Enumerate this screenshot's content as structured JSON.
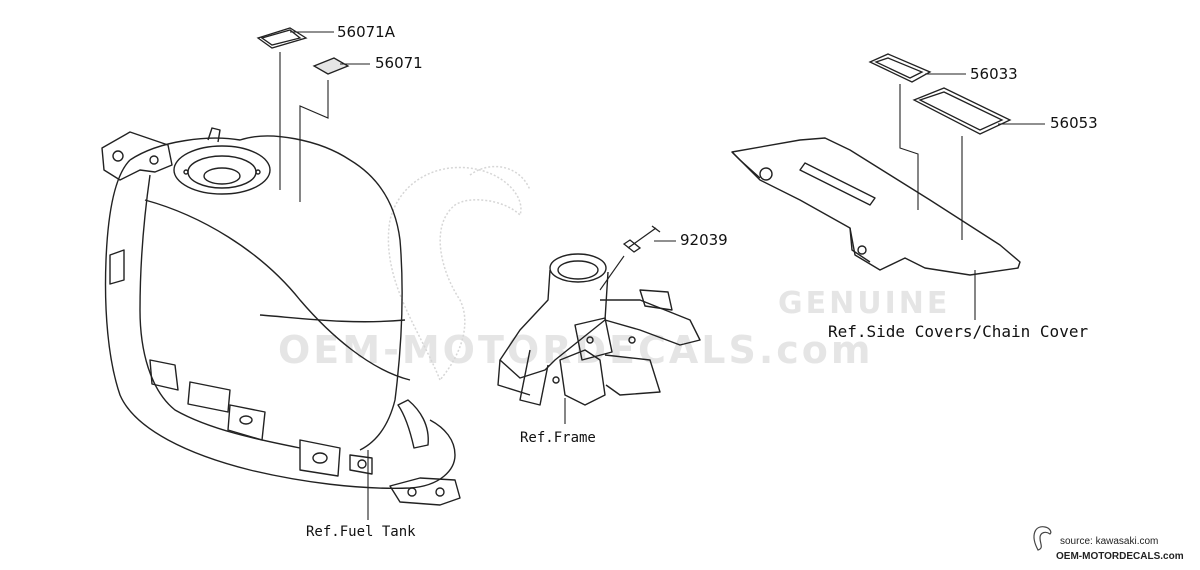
{
  "parts": {
    "p56071a": "56071A",
    "p56071": "56071",
    "p56033": "56033",
    "p56053": "56053",
    "p92039": "92039"
  },
  "refs": {
    "fuel_tank": "Ref.Fuel Tank",
    "frame": "Ref.Frame",
    "side_covers": "Ref.Side Covers/Chain Cover"
  },
  "watermark": {
    "genuine": "GENUINE",
    "site": "OEM-MOTORDECALS.com"
  },
  "credit": {
    "source": "source: kawasaki.com",
    "site": "OEM-MOTORDECALS.com"
  }
}
